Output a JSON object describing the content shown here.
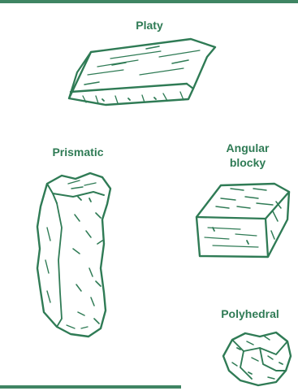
{
  "colors": {
    "ink": "#2f7b55",
    "rule": "#3f8563"
  },
  "labels": {
    "platy": "Platy",
    "prismatic": "Prismatic",
    "angular_blocky": "Angular blocky",
    "polyhedral": "Polyhedral"
  },
  "icons": {
    "platy": "platy-structure-sketch",
    "prismatic": "prismatic-structure-sketch",
    "angular_blocky": "angular-blocky-structure-sketch",
    "polyhedral": "polyhedral-structure-sketch"
  }
}
